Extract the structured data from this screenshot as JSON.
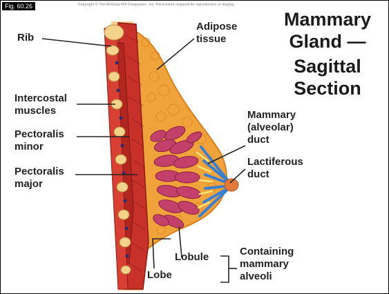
{
  "figure": {
    "tag": "Fig. 60.26",
    "copyright": "Copyright © The McGraw-Hill Companies, Inc. Permission required for reproduction or display."
  },
  "title": {
    "line1": "Mammary",
    "line2": "Gland —",
    "line3": "Sagittal",
    "line4": "Section"
  },
  "labels": {
    "rib": "Rib",
    "adipose_1": "Adipose",
    "adipose_2": "tissue",
    "intercostal_1": "Intercostal",
    "intercostal_2": "muscles",
    "pect_minor_1": "Pectoralis",
    "pect_minor_2": "minor",
    "pect_major_1": "Pectoralis",
    "pect_major_2": "major",
    "mammary_duct_1": "Mammary",
    "mammary_duct_2": "(alveolar)",
    "mammary_duct_3": "duct",
    "lactiferous_1": "Lactiferous",
    "lactiferous_2": "duct",
    "lobule": "Lobule",
    "lobe": "Lobe",
    "containing_1": "Containing",
    "containing_2": "mammary",
    "containing_3": "alveoli"
  },
  "colors": {
    "adipose": "#f0a33a",
    "adipose_dark": "#d8801e",
    "muscle": "#c8302a",
    "muscle_dark": "#8e1a16",
    "rib_fill": "#f3d28c",
    "lobule": "#c2406a",
    "lobule_dark": "#8a2044",
    "duct_blue": "#3a7fd0",
    "duct_yellow": "#f5e27a"
  }
}
